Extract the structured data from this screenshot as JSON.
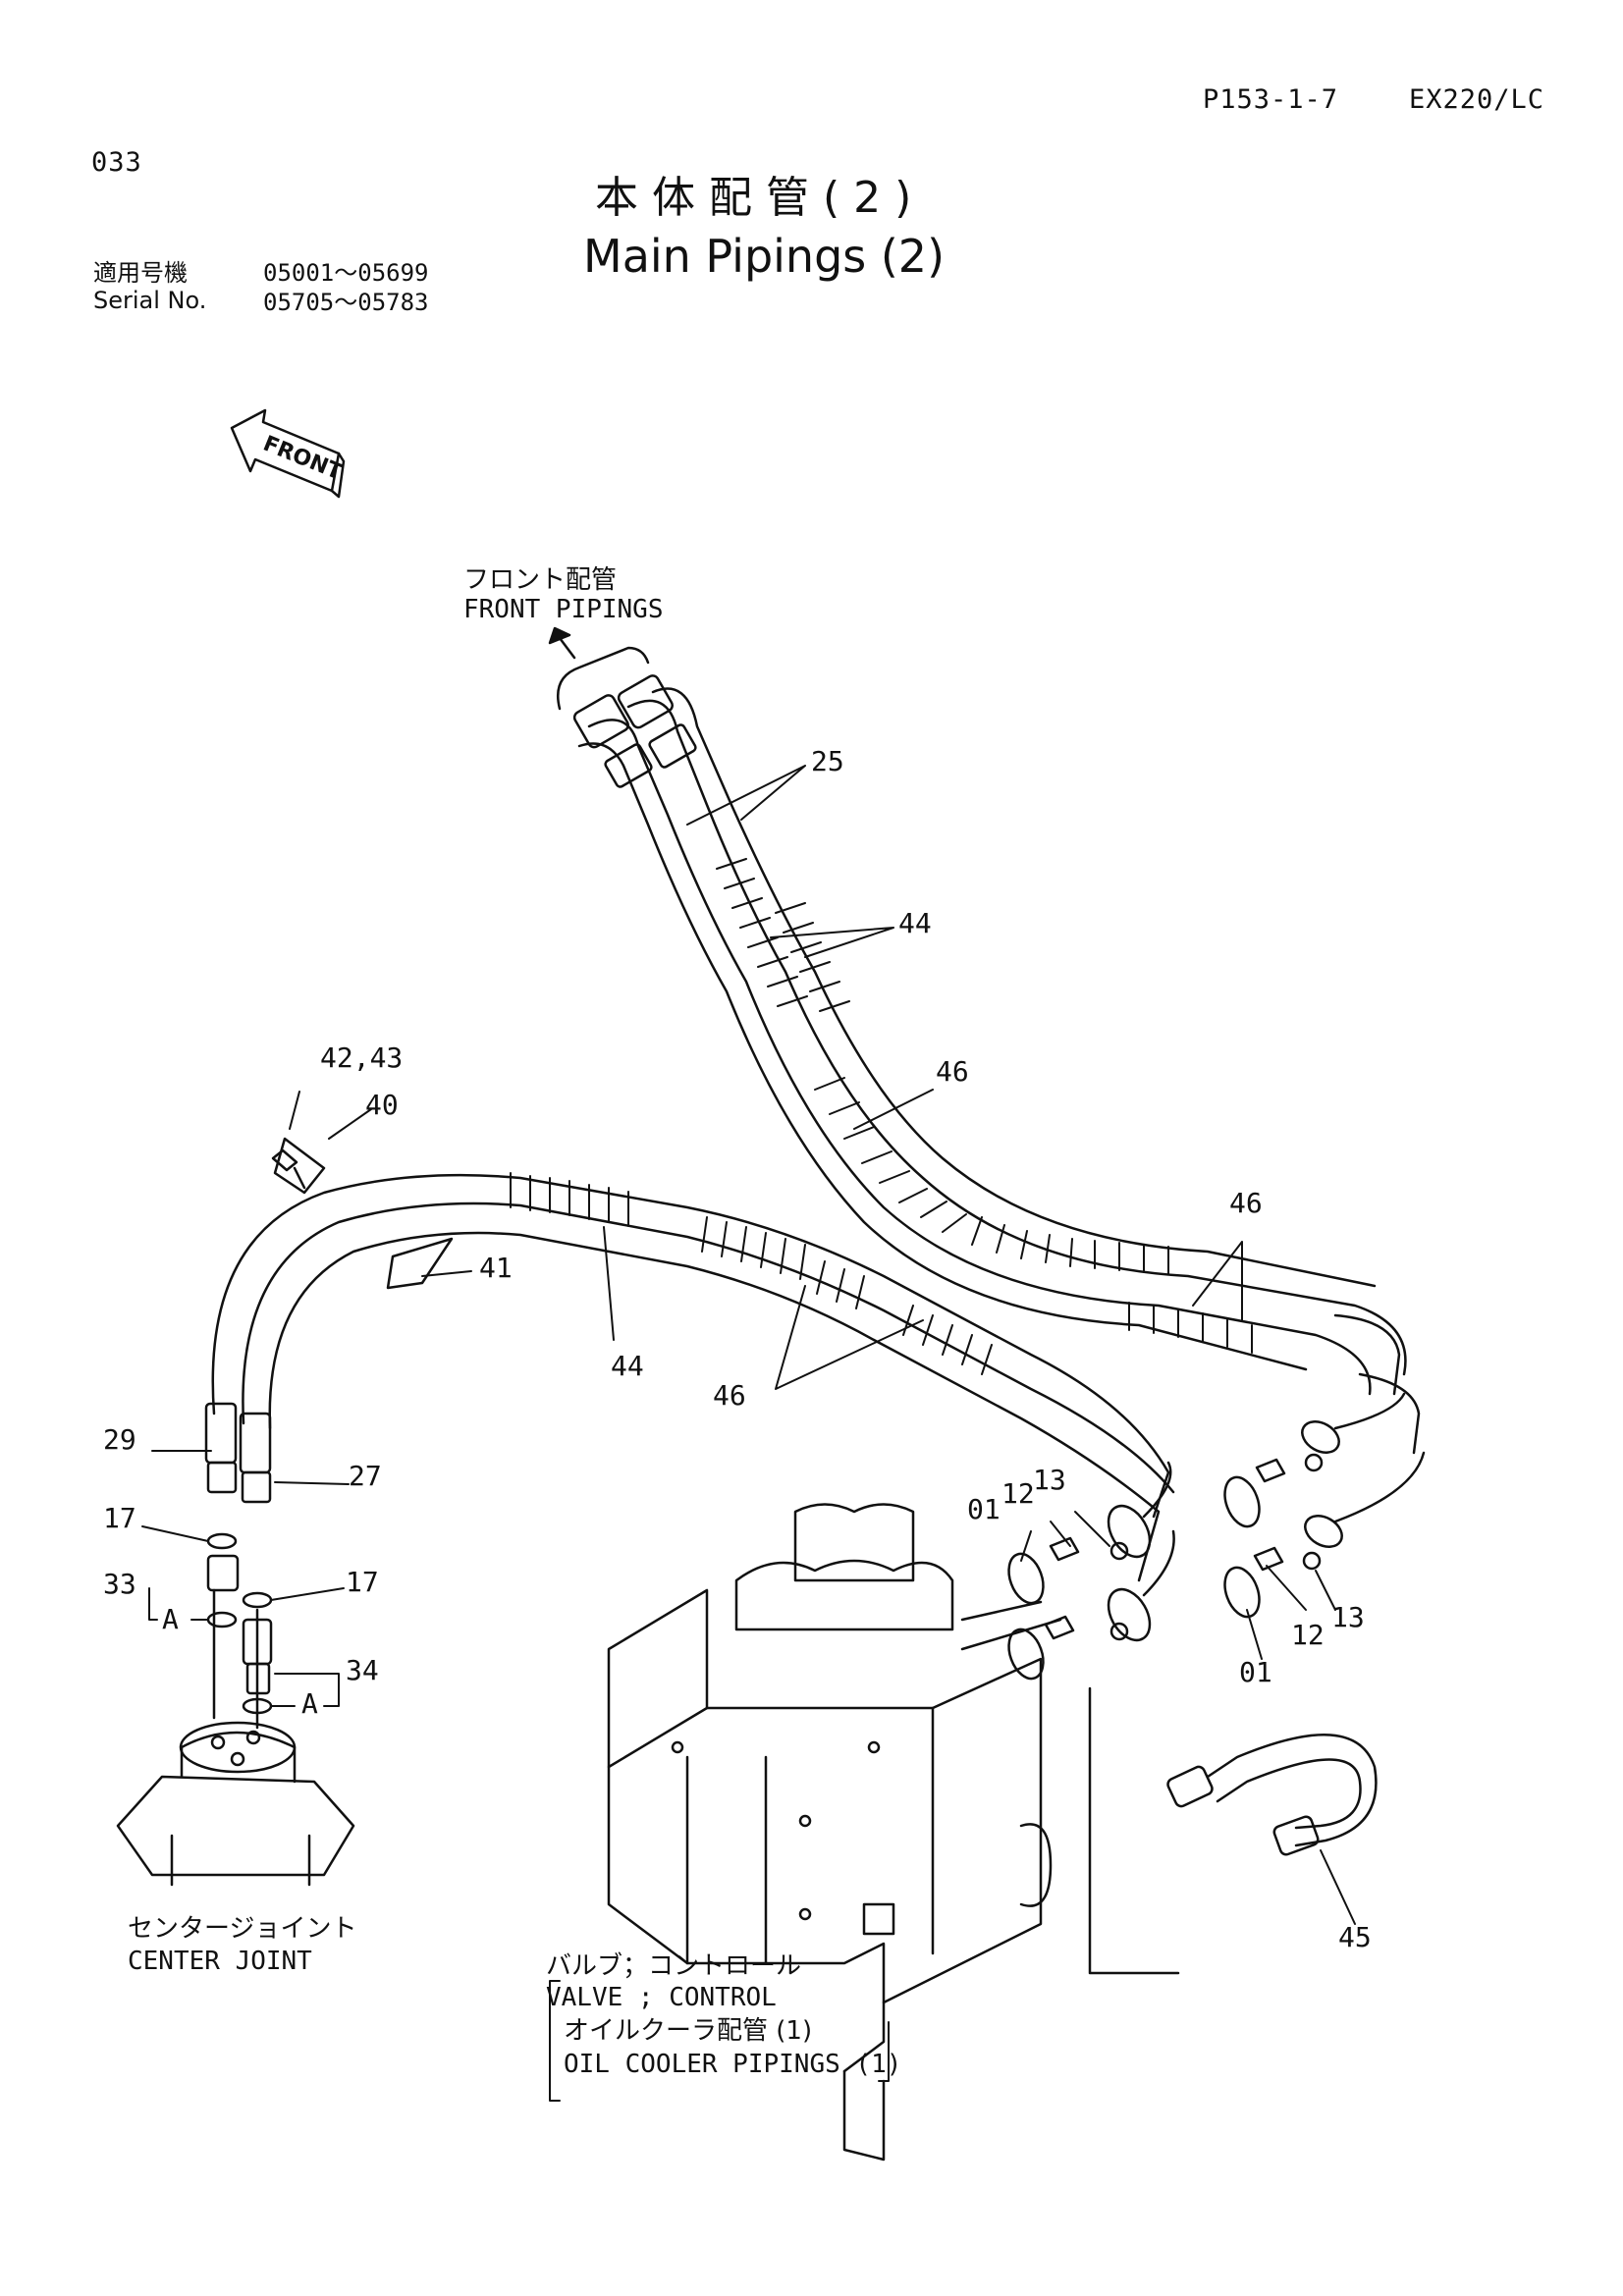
{
  "header": {
    "page_code": "P153-1-7",
    "model": "EX220/LC",
    "page_number": "033"
  },
  "title": {
    "jp": "本体配管(2)",
    "en": "Main Pipings (2)"
  },
  "serial": {
    "label_jp": "適用号機",
    "label_en": "Serial No.",
    "range_1": "05001～05699",
    "range_2": "05705～05783"
  },
  "front_mark": "FRONT",
  "labels": {
    "front_pipings_jp": "フロント配管",
    "front_pipings_en": "FRONT PIPINGS",
    "center_joint_jp": "センタージョイント",
    "center_joint_en": "CENTER JOINT",
    "valve_jp": "バルブ；コントロール",
    "valve_en": "VALVE ; CONTROL",
    "oil_cooler_jp": "オイルクーラ配管 (1)",
    "oil_cooler_en": "OIL COOLER PIPINGS (1)"
  },
  "callouts": {
    "c25": "25",
    "c44a": "44",
    "c46a": "46",
    "c4243": "42,43",
    "c40": "40",
    "c41": "41",
    "c44b": "44",
    "c46b": "46",
    "c46c": "46",
    "c29": "29",
    "c27": "27",
    "c17a": "17",
    "c17b": "17",
    "c33": "33",
    "cA1": "A",
    "c34": "34",
    "cA2": "A",
    "c01a": "01",
    "c12a": "12",
    "c13a": "13",
    "c12b": "12",
    "c13b": "13",
    "c01b": "01",
    "c45": "45"
  }
}
